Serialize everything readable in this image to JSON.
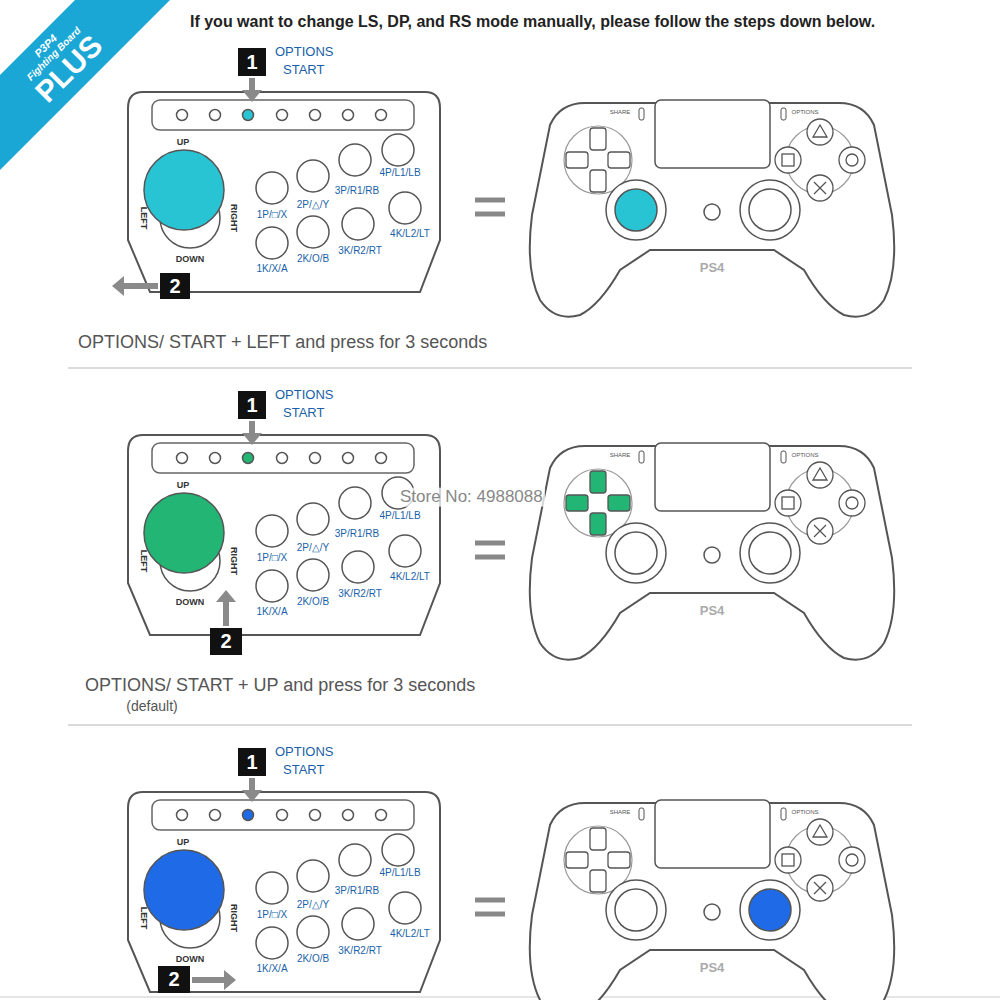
{
  "diagram": {
    "title": "If you want to change LS, DP, and RS mode manually, please follow the steps down below.",
    "nodes": [
      {
        "text": [
          "P3P4",
          "Fighting Board",
          "PLUS"
        ]
      },
      {
        "text": [
          "1"
        ]
      },
      {
        "text": [
          "2"
        ]
      },
      {
        "text": [
          "1"
        ]
      },
      {
        "text": [
          "2"
        ]
      },
      {
        "text": [
          "1"
        ]
      },
      {
        "text": [
          "2"
        ]
      }
    ],
    "labels": [
      "OPTIONS",
      "START",
      "UP",
      "DOWN",
      "LEFT",
      "RIGHT",
      "1P/□/X",
      "2P/△/Y",
      "3P/R1/RB",
      "4P/L1/LB",
      "1K/X/A",
      "2K/O/B",
      "3K/R2/RT",
      "4K/L2/LT",
      "SHARE",
      "OPTIONS",
      "PS4",
      "OPTIONS/ START + LEFT and press for 3 seconds",
      "OPTIONS",
      "START",
      "UP",
      "DOWN",
      "LEFT",
      "RIGHT",
      "1P/□/X",
      "2P/△/Y",
      "3P/R1/RB",
      "4P/L1/LB",
      "1K/X/A",
      "2K/O/B",
      "3K/R2/RT",
      "4K/L2/LT",
      "SHARE",
      "OPTIONS",
      "PS4",
      "OPTIONS/ START + UP and press for 3 seconds",
      "(default)",
      "OPTIONS",
      "START",
      "UP",
      "DOWN",
      "LEFT",
      "RIGHT",
      "1P/□/X",
      "2P/△/Y",
      "3P/R1/RB",
      "4P/L1/LB",
      "1K/X/A",
      "2K/O/B",
      "3K/R2/RT",
      "4K/L2/LT",
      "SHARE",
      "OPTIONS",
      "PS4",
      "Store No: 4988088"
    ]
  }
}
